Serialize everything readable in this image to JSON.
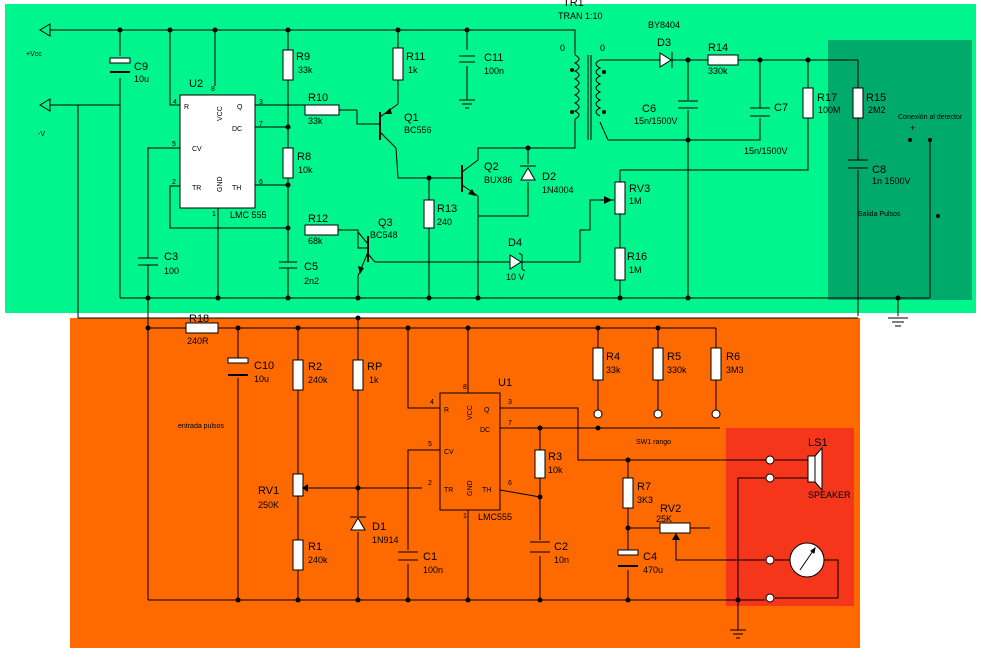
{
  "colors": {
    "top_region": "#00F58C",
    "bottom_region": "#FF6A00",
    "output_region": "#00AA6A",
    "speaker_region": "#F5361A"
  },
  "texts": {
    "tr1_name": "TR1",
    "tr1_value": "TRAN 1:10",
    "tr_pin_left": "0",
    "tr_pin_right": "0",
    "d3_part": "BY8404",
    "d3_name": "D3",
    "r14_name": "R14",
    "r14_value": "330k",
    "r17_name": "R17",
    "r17_value": "100M",
    "r15_name": "R15",
    "r15_value": "2M2",
    "conexion": "Conexión al detector",
    "plus": "+",
    "c8_name": "C8",
    "c8_value": "1n 1500V",
    "salida": "Salida Pulsos",
    "c6_name": "C6",
    "c6_value": "15n/1500V",
    "c7_name": "C7",
    "c7_value": "15n/1500V",
    "vcc": "+Vcc",
    "minus_v": "-V",
    "c9_name": "C9",
    "c9_value": "10u",
    "r9_name": "R9",
    "r9_value": "33k",
    "r11_name": "R11",
    "r11_value": "1k",
    "c11_name": "C11",
    "c11_value": "100n",
    "u2_name": "U2",
    "u2_part": "LMC 555",
    "r10_name": "R10",
    "r10_value": "33k",
    "q1_name": "Q1",
    "q1_part": "BC556",
    "r8_name": "R8",
    "r8_value": "10k",
    "q2_name": "Q2",
    "q2_part": "BUX86",
    "d2_name": "D2",
    "d2_part": "1N4004",
    "rv3_name": "RV3",
    "rv3_value": "1M",
    "r13_name": "R13",
    "r13_value": "240",
    "r12_name": "R12",
    "r12_value": "68k",
    "q3_name": "Q3",
    "q3_part": "BC548",
    "d4_name": "D4",
    "d4_value": "10 V",
    "r16_name": "R16",
    "r16_value": "1M",
    "c3_name": "C3",
    "c3_value": "100",
    "c5_name": "C5",
    "c5_value": "2n2",
    "r18_name": "R18",
    "r18_value": "240R",
    "c10_name": "C10",
    "c10_value": "10u",
    "r2_name": "R2",
    "r2_value": "240k",
    "rp_name": "RP",
    "rp_value": "1k",
    "entrada": "entrada pulsos",
    "u1_name": "U1",
    "u1_part": "LMC555",
    "r4_name": "R4",
    "r4_value": "33k",
    "r5_name": "R5",
    "r5_value": "330k",
    "r6_name": "R6",
    "r6_value": "3M3",
    "sw1": "SW1 rango",
    "ls1_name": "LS1",
    "ls1_part": "SPEAKER",
    "rv1_name": "RV1",
    "rv1_value": "250K",
    "r3_name": "R3",
    "r3_value": "10k",
    "r7_name": "R7",
    "r7_value": "3K3",
    "rv2_name": "RV2",
    "rv2_value": "25K",
    "d1_name": "D1",
    "d1_part": "1N914",
    "r1_name": "R1",
    "r1_value": "240k",
    "c1_name": "C1",
    "c1_value": "100n",
    "c2_name": "C2",
    "c2_value": "10n",
    "c4_name": "C4",
    "c4_value": "470u",
    "pin_r": "R",
    "pin_q": "Q",
    "pin_dc": "DC",
    "pin_vcc": "VCC",
    "pin_cv": "CV",
    "pin_tr": "TR",
    "pin_th": "TH",
    "pin_gnd": "GND",
    "n1": "1",
    "n2": "2",
    "n3": "3",
    "n4": "4",
    "n5": "5",
    "n6": "6",
    "n7": "7",
    "n8": "8"
  }
}
